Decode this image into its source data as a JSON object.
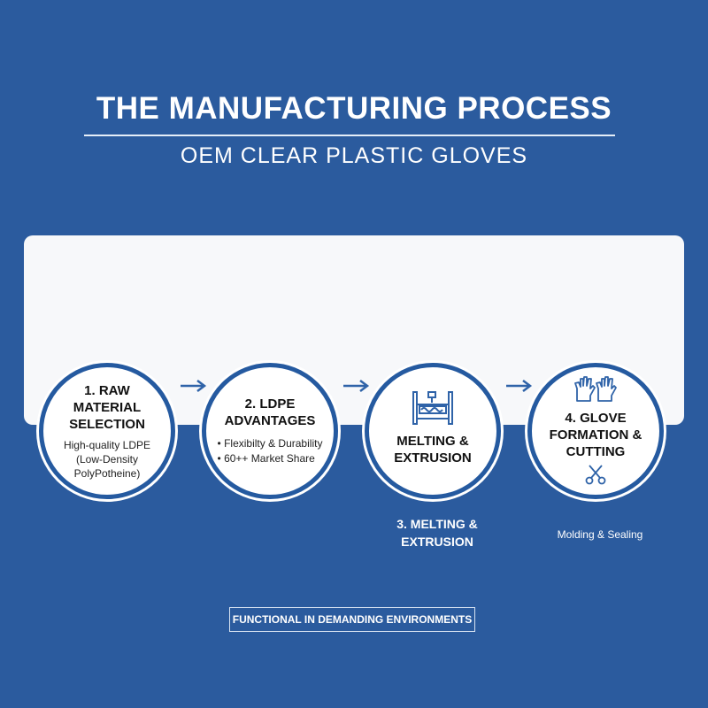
{
  "header": {
    "title": "THE MANUFACTURING PROCESS",
    "subtitle": "OEM CLEAR PLASTIC GLOVES"
  },
  "steps": [
    {
      "title": "1. RAW MATERIAL SELECTION",
      "description": "High-quality LDPE (Low-Density PolyPotheine)"
    },
    {
      "title": "2. LDPE ADVANTAGES",
      "bullets": [
        "Flexibilty & Durability",
        "60++ Market Share"
      ]
    },
    {
      "title": "MELTING & EXTRUSION",
      "icon": "extruder-machine-icon",
      "caption_below": "3. MELTING & EXTRUSION"
    },
    {
      "title": "4. GLOVE FORMATION & CUTTING",
      "icons": [
        "gloves-icon",
        "scissors-icon"
      ],
      "caption_below": "Molding & Sealing"
    }
  ],
  "footer": {
    "label": "FUNCTIONAL IN DEMANDING ENVIRONMENTS"
  },
  "colors": {
    "background": "#2b5b9e",
    "circle_border": "#255aa0",
    "panel": "#f7f8fa",
    "icon": "#2f63a8"
  }
}
